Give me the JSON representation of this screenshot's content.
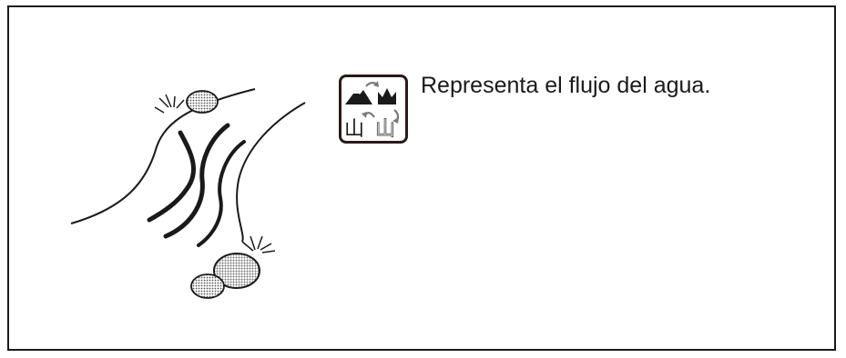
{
  "caption": "Representa el flujo del agua.",
  "icon": {
    "name": "water-flow-cycle-icon",
    "glyph_left": "山",
    "glyph_right": "山"
  },
  "colors": {
    "ink": "#1a1a1a",
    "icon_border": "#2a1a1a",
    "rock_fill": "#d9d9d9",
    "arrow_gray": "#7a7a7a"
  }
}
